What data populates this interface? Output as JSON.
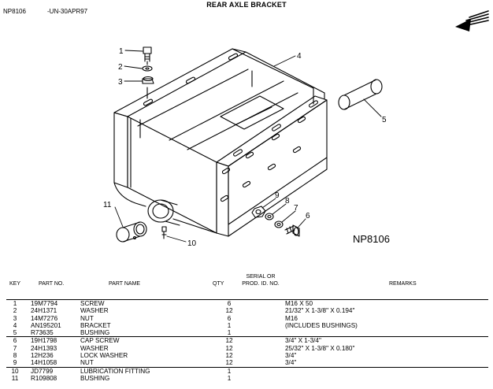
{
  "header": {
    "code": "NP8106",
    "date": "-UN-30APR97",
    "title": "REAR AXLE BRACKET"
  },
  "figure": {
    "label": "NP8106",
    "callouts": [
      "1",
      "2",
      "3",
      "4",
      "5",
      "6",
      "7",
      "8",
      "9",
      "10",
      "11"
    ],
    "direction_icon": "direction-arrow-icon"
  },
  "table": {
    "headers": {
      "key": "KEY",
      "part_no": "PART NO.",
      "part_name": "PART NAME",
      "qty": "QTY",
      "serial_line1": "SERIAL OR",
      "serial_line2": "PROD. ID. NO.",
      "remarks": "REMARKS"
    },
    "rows": [
      {
        "key": "1",
        "part_no": "19M7794",
        "name": "SCREW",
        "qty": "6",
        "remarks": "M16 X 50"
      },
      {
        "key": "2",
        "part_no": "24H1371",
        "name": "WASHER",
        "qty": "12",
        "remarks": "21/32\" X 1-3/8\" X 0.194\""
      },
      {
        "key": "3",
        "part_no": "14M7276",
        "name": "NUT",
        "qty": "6",
        "remarks": "M16"
      },
      {
        "key": "4",
        "part_no": "AN195201",
        "name": "BRACKET",
        "qty": "1",
        "remarks": "(INCLUDES BUSHINGS)"
      },
      {
        "key": "5",
        "part_no": "R73635",
        "name": "BUSHING",
        "qty": "1",
        "remarks": ""
      },
      {
        "key": "6",
        "part_no": "19H1798",
        "name": "CAP SCREW",
        "qty": "12",
        "remarks": "3/4\" X 1-3/4\""
      },
      {
        "key": "7",
        "part_no": "24H1393",
        "name": "WASHER",
        "qty": "12",
        "remarks": "25/32\" X 1-3/8\" X 0.180\""
      },
      {
        "key": "8",
        "part_no": "12H236",
        "name": "LOCK WASHER",
        "qty": "12",
        "remarks": "3/4\""
      },
      {
        "key": "9",
        "part_no": "14H1058",
        "name": "NUT",
        "qty": "12",
        "remarks": "3/4\""
      },
      {
        "key": "10",
        "part_no": "JD7799",
        "name": "LUBRICATION FITTING",
        "qty": "1",
        "remarks": ""
      },
      {
        "key": "11",
        "part_no": "R109808",
        "name": "BUSHING",
        "qty": "1",
        "remarks": ""
      }
    ]
  }
}
